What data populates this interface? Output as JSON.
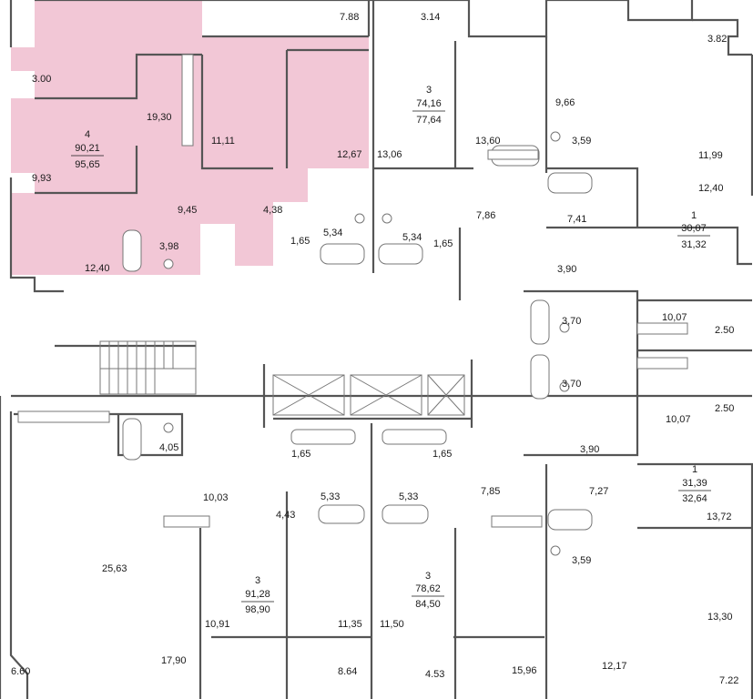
{
  "colors": {
    "highlight_fill": "#f2c7d6",
    "wall": "#555555",
    "background": "#ffffff"
  },
  "apartments": [
    {
      "id": "apt-top-left",
      "rooms": "4",
      "living_area": "90,21",
      "total_area": "95,65",
      "highlighted": true
    },
    {
      "id": "apt-top-middle",
      "rooms": "3",
      "living_area": "74,16",
      "total_area": "77,64",
      "highlighted": false
    },
    {
      "id": "apt-right-upper",
      "rooms": "1",
      "living_area": "30,07",
      "total_area": "31,32",
      "highlighted": false
    },
    {
      "id": "apt-right-lower",
      "rooms": "1",
      "living_area": "31,39",
      "total_area": "32,64",
      "highlighted": false
    },
    {
      "id": "apt-bottom-left",
      "rooms": "3",
      "living_area": "91,28",
      "total_area": "98,90",
      "highlighted": false
    },
    {
      "id": "apt-bottom-mid",
      "rooms": "3",
      "living_area": "78,62",
      "total_area": "84,50",
      "highlighted": false
    }
  ],
  "room_areas": [
    "7.88",
    "3.14",
    "3.82",
    "3.00",
    "19,30",
    "9,66",
    "11,11",
    "12,67",
    "13,06",
    "13,60",
    "3,59",
    "11,99",
    "9,93",
    "12,40",
    "9,45",
    "4,38",
    "5,34",
    "7,86",
    "7,41",
    "3,98",
    "1,65",
    "5,34",
    "1,65",
    "12,40",
    "3,90",
    "3,70",
    "10,07",
    "2.50",
    "3,70",
    "10,07",
    "2.50",
    "4,05",
    "1,65",
    "1,65",
    "3,90",
    "10,03",
    "5,33",
    "5,33",
    "7,85",
    "7,27",
    "4,43",
    "13,72",
    "25,63",
    "3,59",
    "10,91",
    "11,35",
    "11,50",
    "13,30",
    "6.60",
    "17,90",
    "8.64",
    "4.53",
    "15,96",
    "12,17",
    "7.22"
  ]
}
